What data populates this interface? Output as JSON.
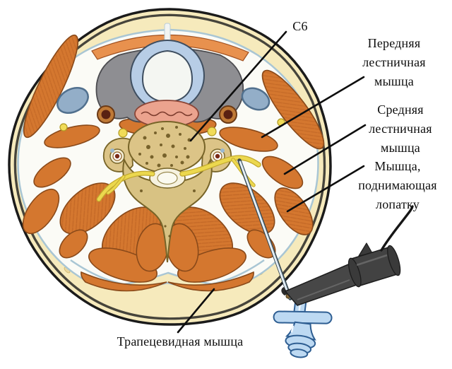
{
  "figure": {
    "kind": "anatomical cross-section of the neck at C6 with interscalene block needle and nerve stimulator"
  },
  "labels": {
    "c6": "С6",
    "anterior_scalene": "Передняя лестничная мышца",
    "middle_scalene": "Средняя лестничная мышца",
    "levator_scapulae": "Мышца, поднимающая лопатку",
    "trapezius": "Трапецевидная мышца"
  },
  "palette": {
    "skin_outline": "#1b1b1b",
    "subcutaneous_fat": "#f6eabc",
    "muscle": "#d4772f",
    "muscle_outline": "#8a4a1a",
    "bone": "#dcc487",
    "cartilage": "#b7cde6",
    "thyroid": "#8e8e92",
    "esophagus": "#eba38e",
    "vein": "#93aec8",
    "artery_wall": "#c07a36",
    "artery_lumen": "#5a2112",
    "nerve": "#ecd84e",
    "fascia": "#a9c6d4",
    "needle_hub": "#bdd9f2",
    "stimulator_clip": "#424242",
    "label_text": "#0e0e0e"
  }
}
